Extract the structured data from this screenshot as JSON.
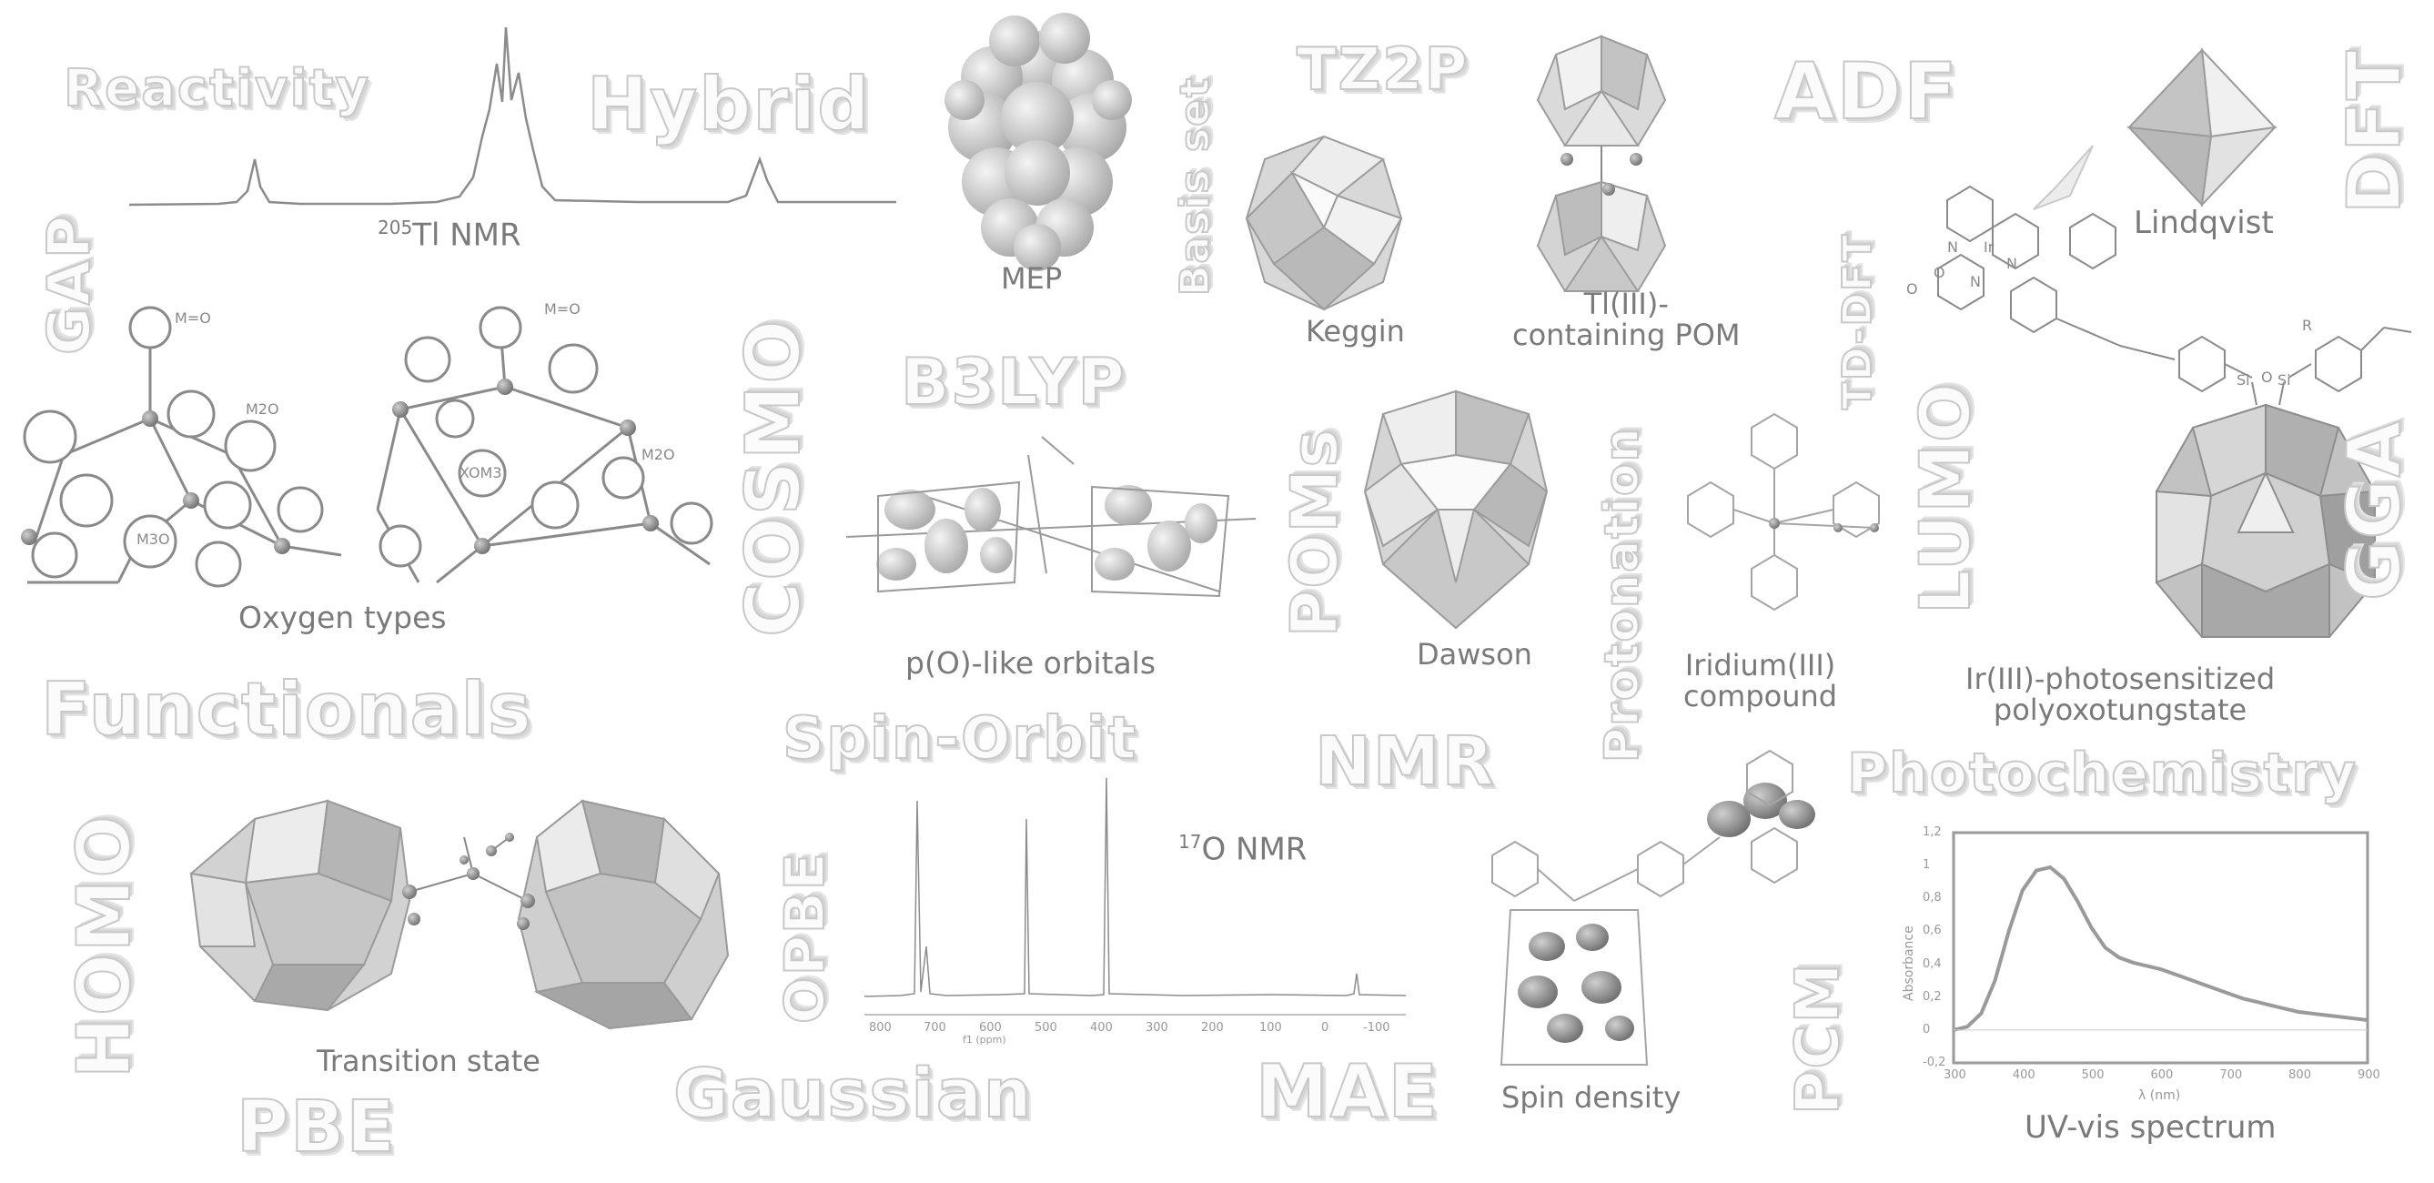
{
  "keywords": {
    "reactivity": "Reactivity",
    "hybrid": "Hybrid",
    "basis_set": "Basis set",
    "tz2p": "TZ2P",
    "adf": "ADF",
    "dft": "DFT",
    "gap": "GAP",
    "cosmo": "COSMO",
    "b3lyp": "B3LYP",
    "poms": "POMs",
    "protonation": "Protonation",
    "td_dft": "TD-DFT",
    "lumo": "LUMO",
    "gga": "GGA",
    "functionals": "Functionals",
    "spin_orbit": "Spin-Orbit",
    "nmr": "NMR",
    "photochemistry": "Photochemistry",
    "homo": "HOMO",
    "opbe": "OPBE",
    "pbe": "PBE",
    "gaussian": "Gaussian",
    "mae": "MAE",
    "pcm": "PCM"
  },
  "captions": {
    "tl_nmr": "205Tl NMR",
    "tl_nmr_sup": "205",
    "tl_nmr_text": "Tl NMR",
    "mep": "MEP",
    "keggin": "Keggin",
    "tl_pom_line1": "Tl(III)-",
    "tl_pom_line2": "containing POM",
    "lindqvist": "Lindqvist",
    "oxygen_types": "Oxygen types",
    "p_orbitals": "p(O)-like orbitals",
    "dawson": "Dawson",
    "iridium_line1": "Iridium(III)",
    "iridium_line2": "compound",
    "ir_pom_line1": "Ir(III)-photosensitized",
    "ir_pom_line2": "polyoxotungstate",
    "transition_state": "Transition state",
    "o17_sup": "17",
    "o17_text": "O NMR",
    "spin_density": "Spin density",
    "uv_vis": "UV-vis spectrum"
  },
  "oxygen_labels": {
    "m_o_a": "M=O",
    "m2o_a": "M2O",
    "m3o_a": "M3O",
    "m_o_b": "M=O",
    "m2o_b": "M2O",
    "xom3": "XOM3"
  },
  "molecule_labels": {
    "ir": "Ir",
    "n1": "N",
    "n2": "N",
    "n3": "N",
    "o1": "O",
    "o2": "O",
    "si1": "Si",
    "o3": "O",
    "si2": "Si",
    "r": "R"
  },
  "o17_axis": {
    "ticks": [
      "800",
      "700",
      "600",
      "500",
      "400",
      "300",
      "200",
      "100",
      "0",
      "-100"
    ],
    "xlabel": "f1 (ppm)"
  },
  "colors": {
    "line": "#8c8c8c",
    "polyhedron_light": "#e6e6e6",
    "polyhedron_dark": "#b5b5b5",
    "caption": "#7a7a7a",
    "keyword_outline": "#c9c9c9"
  },
  "chart_data": {
    "type": "line",
    "title": "UV-vis spectrum",
    "xlabel": "λ (nm)",
    "ylabel": "Absorbance",
    "xlim": [
      300,
      900
    ],
    "ylim": [
      -0.2,
      1.2
    ],
    "xticks": [
      300,
      400,
      500,
      600,
      700,
      800,
      900
    ],
    "yticks": [
      -0.2,
      0,
      0.2,
      0.4,
      0.6,
      0.8,
      1,
      1.2
    ],
    "ytick_labels": [
      "-0,2",
      "0",
      "0,2",
      "0,4",
      "0,6",
      "0,8",
      "1",
      "1,2"
    ],
    "grid": false,
    "series": [
      {
        "x": [
          300,
          320,
          340,
          360,
          380,
          400,
          420,
          440,
          460,
          480,
          500,
          520,
          540,
          560,
          580,
          600,
          620,
          640,
          660,
          680,
          700,
          720,
          740,
          760,
          780,
          800,
          820,
          840,
          860,
          880,
          900
        ],
        "values": [
          0.0,
          0.02,
          0.1,
          0.3,
          0.6,
          0.85,
          0.97,
          0.99,
          0.92,
          0.78,
          0.62,
          0.5,
          0.44,
          0.41,
          0.39,
          0.37,
          0.34,
          0.31,
          0.28,
          0.25,
          0.22,
          0.19,
          0.17,
          0.15,
          0.13,
          0.11,
          0.1,
          0.09,
          0.08,
          0.07,
          0.06
        ]
      }
    ]
  }
}
